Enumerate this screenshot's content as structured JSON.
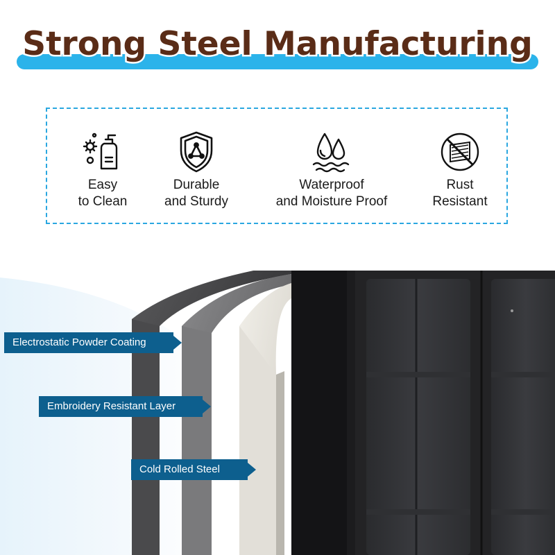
{
  "title": "Strong Steel Manufacturing",
  "features": [
    {
      "icon": "cleaning-bottle-icon",
      "line1": "Easy",
      "line2": "to Clean"
    },
    {
      "icon": "shield-icon",
      "line1": "Durable",
      "line2": "and Sturdy"
    },
    {
      "icon": "water-drops-icon",
      "line1": "Waterproof",
      "line2": "and Moisture Proof"
    },
    {
      "icon": "no-rust-icon",
      "line1": "Rust",
      "line2": "Resistant"
    }
  ],
  "layers": [
    {
      "label": "Electrostatic Powder Coating"
    },
    {
      "label": "Embroidery Resistant Layer"
    },
    {
      "label": "Cold Rolled Steel"
    }
  ],
  "colors": {
    "title": "#5a2c17",
    "accent": "#2bb3ea",
    "label_bg": "#0d5f8e",
    "cabinet": "#1c1c1e"
  }
}
